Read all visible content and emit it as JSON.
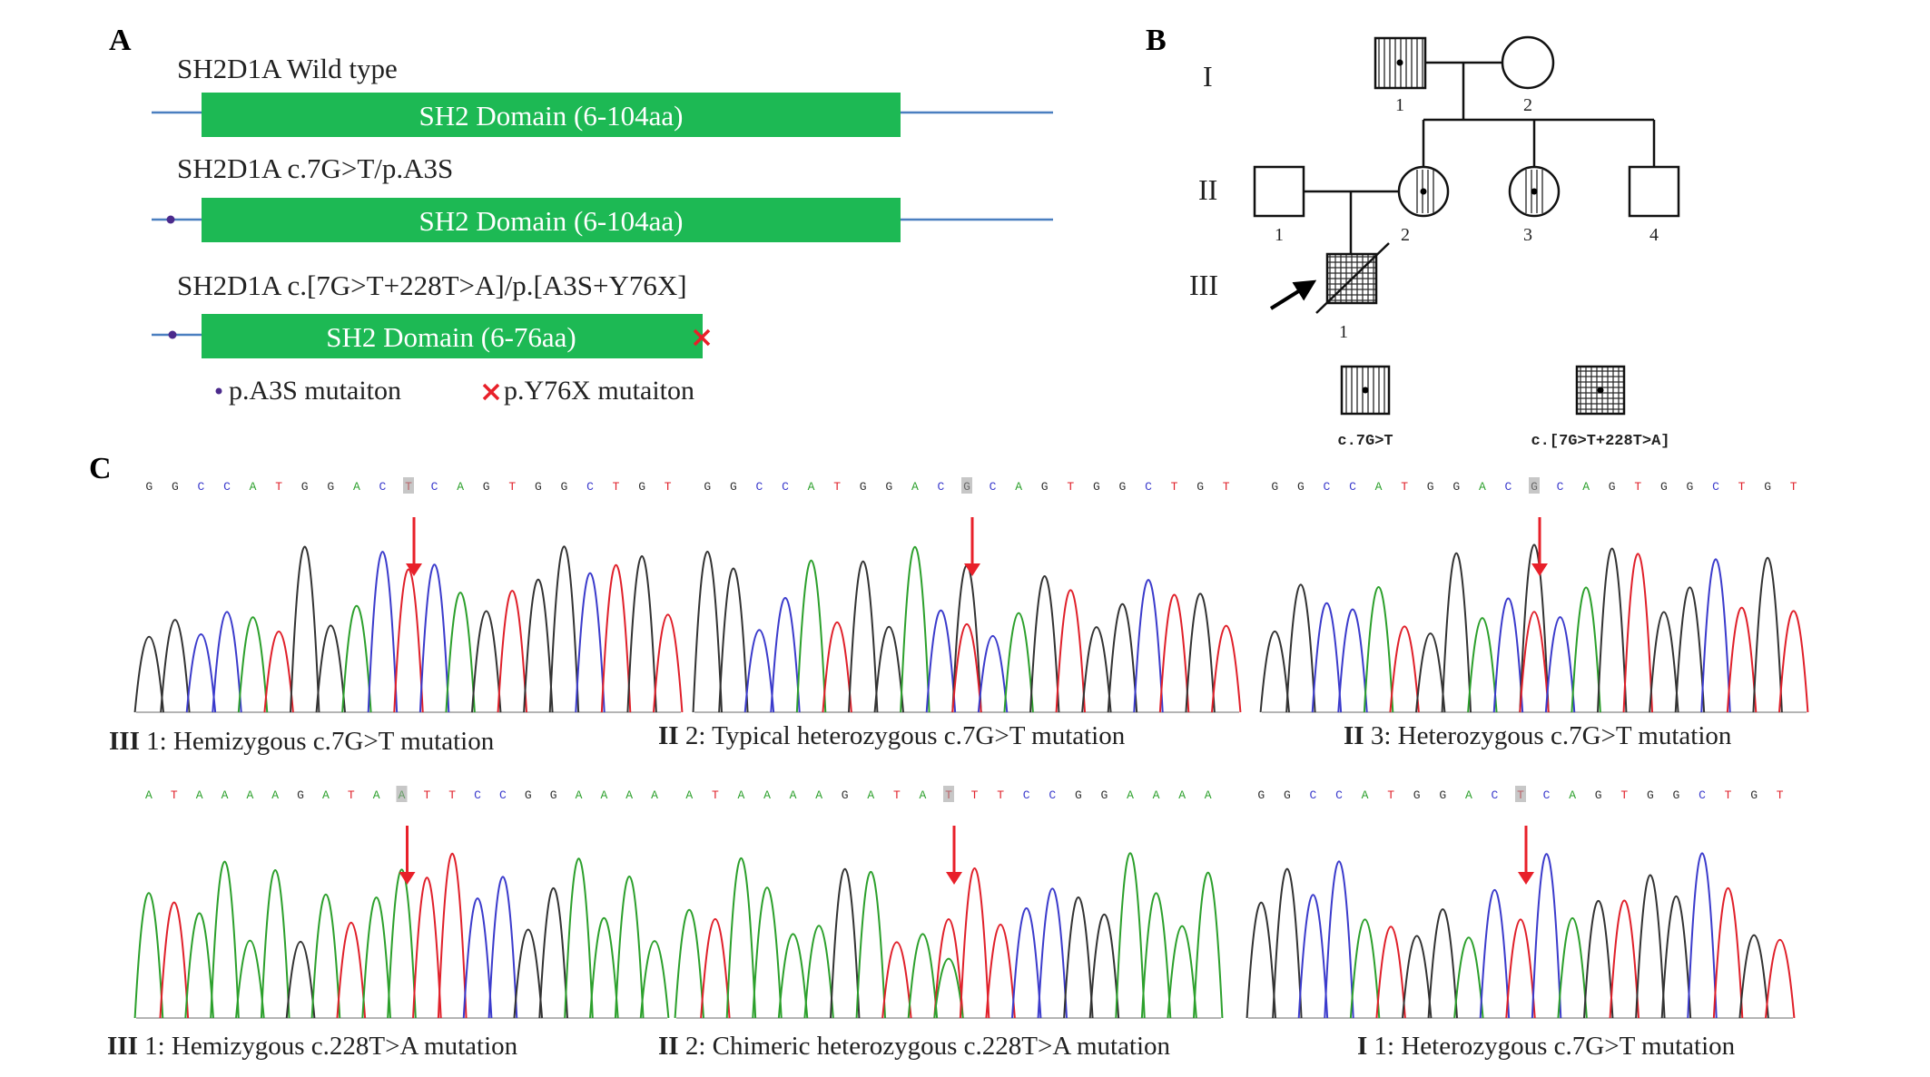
{
  "panels": {
    "a": "A",
    "b": "B",
    "c": "C"
  },
  "panel_a": {
    "rows": [
      {
        "title": "SH2D1A Wild type",
        "domain": "SH2 Domain (6-104aa)"
      },
      {
        "title": "SH2D1A c.7G>T/p.A3S",
        "domain": "SH2 Domain (6-104aa)"
      },
      {
        "title": "SH2D1A c.[7G>T+228T>A]/p.[A3S+Y76X]",
        "domain": "SH2 Domain (6-76aa)"
      }
    ],
    "legend": {
      "dot": "p.A3S mutaiton",
      "cross": "p.Y76X mutaiton"
    },
    "colors": {
      "domain": "#1db954",
      "line": "#4a7fc0",
      "dot": "#4b2a8c",
      "cross": "#e8202a"
    }
  },
  "panel_b": {
    "generations": [
      "I",
      "II",
      "III"
    ],
    "labels": {
      "i1": "1",
      "i2": "2",
      "ii1": "1",
      "ii2": "2",
      "ii3": "3",
      "ii4": "4",
      "iii1": "1"
    },
    "key": {
      "hemi_7g": "c.7G>T",
      "hemi_both": "c.[7G>T+228T>A]"
    }
  },
  "panel_c": {
    "traces": [
      {
        "seq": "GGCCATGGACTCAGTGGCTGT",
        "mark": 10,
        "caption_gen": "III",
        "caption": "1: Hemizygous c.7G>T mutation"
      },
      {
        "seq": "GGCCATGGACGCAGTGGCTGT",
        "mark": 10,
        "caption_gen": "II",
        "caption": "2: Typical heterozygous c.7G>T mutation"
      },
      {
        "seq": "GGCCATGGACGCAGTGGCTGT",
        "mark": 10,
        "caption_gen": "II",
        "caption": "3: Heterozygous c.7G>T mutation"
      },
      {
        "seq": "ATAAAAGATAATTCCGGAAAA",
        "mark": 10,
        "caption_gen": "III",
        "caption": "1: Hemizygous c.228T>A mutation"
      },
      {
        "seq": "ATAAAAGATATTTCCGGAAAA",
        "mark": 10,
        "caption_gen": "II",
        "caption": "2: Chimeric heterozygous c.228T>A mutation"
      },
      {
        "seq": "GGCCATGGACTCAGTGGCTGT",
        "mark": 10,
        "caption_gen": "I",
        "caption": "1: Heterozygous c.7G>T mutation"
      }
    ],
    "base_colors": {
      "A": "#2ca02c",
      "C": "#3b3bcc",
      "G": "#333333",
      "T": "#e0202a"
    },
    "arrow_color": "#e8202a"
  }
}
